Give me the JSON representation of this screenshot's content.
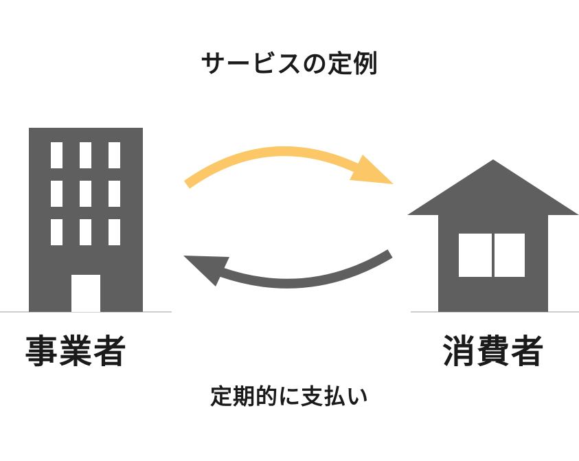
{
  "diagram": {
    "top_label": "サービスの定例",
    "bottom_label": "定期的に支払い",
    "business_label": "事業者",
    "consumer_label": "消費者"
  },
  "colors": {
    "building": "#5f5f5f",
    "window": "#ffffff",
    "ground_line": "#bdbdbd",
    "arrow_service": "#fcc766",
    "arrow_payment": "#5f5f5f",
    "text": "#1a1a1a"
  },
  "icons": {
    "business": "office-building-icon",
    "consumer": "house-icon",
    "service_flow": "curved-arrow-right-icon",
    "payment_flow": "curved-arrow-left-icon"
  }
}
